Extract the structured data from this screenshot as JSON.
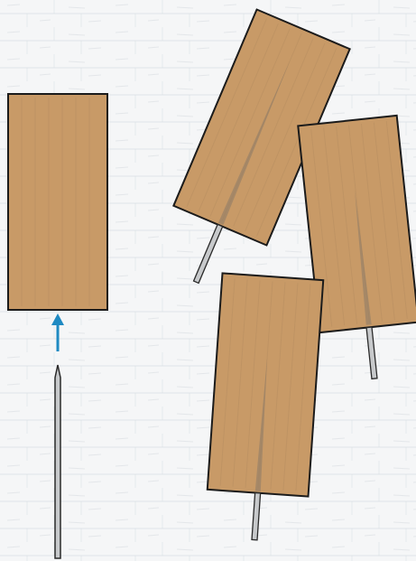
{
  "scene": {
    "background": {
      "base_color": "#f5f6f7",
      "texture_color": "#d9dee3",
      "texture_style": "faint-brick-paper-grain"
    },
    "materials": {
      "cardboard_fill": "#c89a67",
      "cardboard_stroke": "#1b1b1b",
      "corrugation_line_color": "#b98f61",
      "skewer_fill": "#c7c9cb",
      "skewer_stroke": "#2a2a2a",
      "skewer_shadow_color": "#8b7a68",
      "arrow_color": "#1f8ac2"
    },
    "objects": [
      {
        "name": "cardboard-panel-unpierced",
        "role": "cardboard piece before skewer insertion",
        "state": "intact"
      },
      {
        "name": "skewer-below-panel",
        "role": "skewer pointing toward panel",
        "state": "separate"
      },
      {
        "name": "insertion-arrow",
        "role": "direction of insertion",
        "direction": "up"
      },
      {
        "name": "pierced-panel-top-middle",
        "role": "cardboard piece with embedded skewer",
        "state": "inserted"
      },
      {
        "name": "pierced-panel-right",
        "role": "cardboard piece with embedded skewer",
        "state": "inserted"
      },
      {
        "name": "pierced-panel-bottom",
        "role": "cardboard piece with embedded skewer",
        "state": "inserted"
      }
    ]
  }
}
